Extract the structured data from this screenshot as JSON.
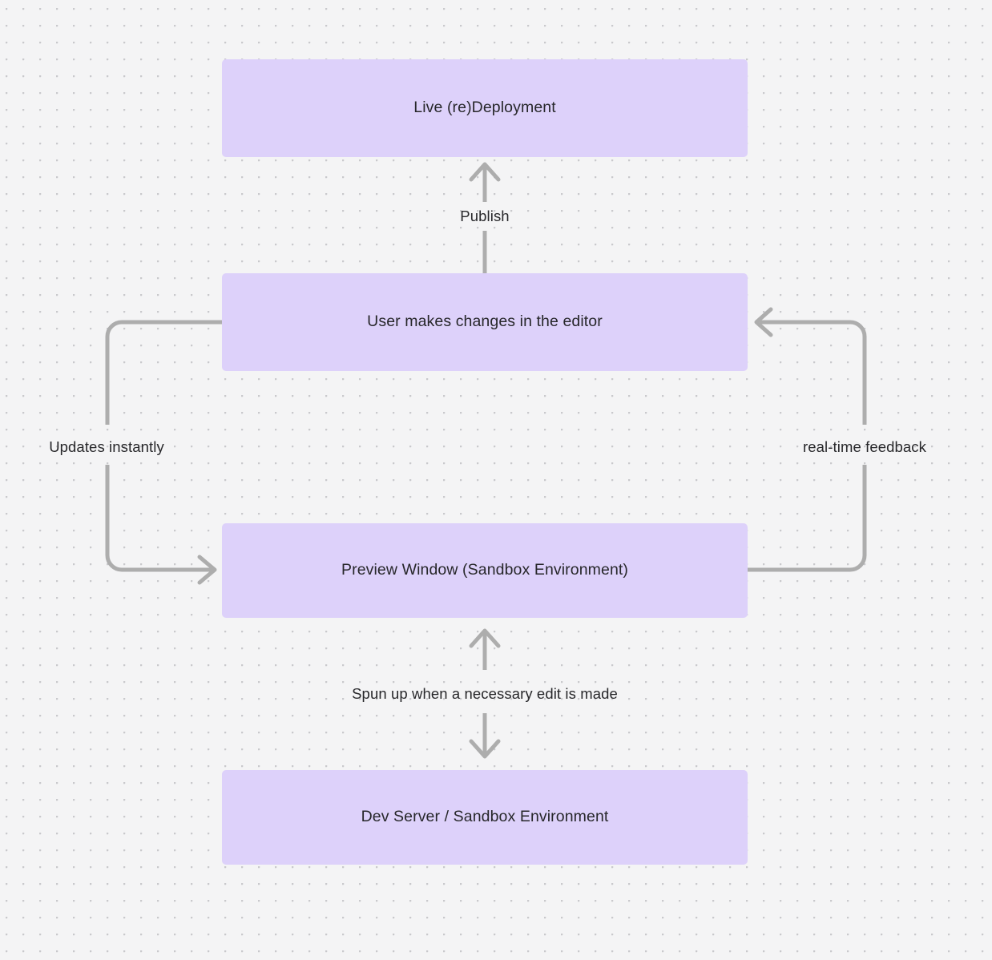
{
  "diagram": {
    "type": "flowchart",
    "background_color": "#f4f4f5",
    "node_fill_color": "#ddd1fa",
    "edge_stroke_color": "#adadad",
    "text_color": "#27272a",
    "nodes": [
      {
        "id": "live-deployment",
        "label": "Live (re)Deployment"
      },
      {
        "id": "user-edits",
        "label": "User makes changes in the editor"
      },
      {
        "id": "preview-window",
        "label": "Preview Window (Sandbox Environment)"
      },
      {
        "id": "dev-server",
        "label": "Dev Server / Sandbox Environment"
      }
    ],
    "edges": [
      {
        "id": "publish",
        "label": "Publish",
        "from": "user-edits",
        "to": "live-deployment",
        "direction": "up"
      },
      {
        "id": "updates",
        "label": "Updates instantly",
        "from": "user-edits",
        "to": "preview-window",
        "direction": "down-left-loop"
      },
      {
        "id": "feedback",
        "label": "real-time feedback",
        "from": "preview-window",
        "to": "user-edits",
        "direction": "up-right-loop"
      },
      {
        "id": "spun-up",
        "label": "Spun up when a necessary edit is made",
        "from": "preview-window",
        "to": "dev-server",
        "direction": "bidirectional"
      }
    ]
  }
}
